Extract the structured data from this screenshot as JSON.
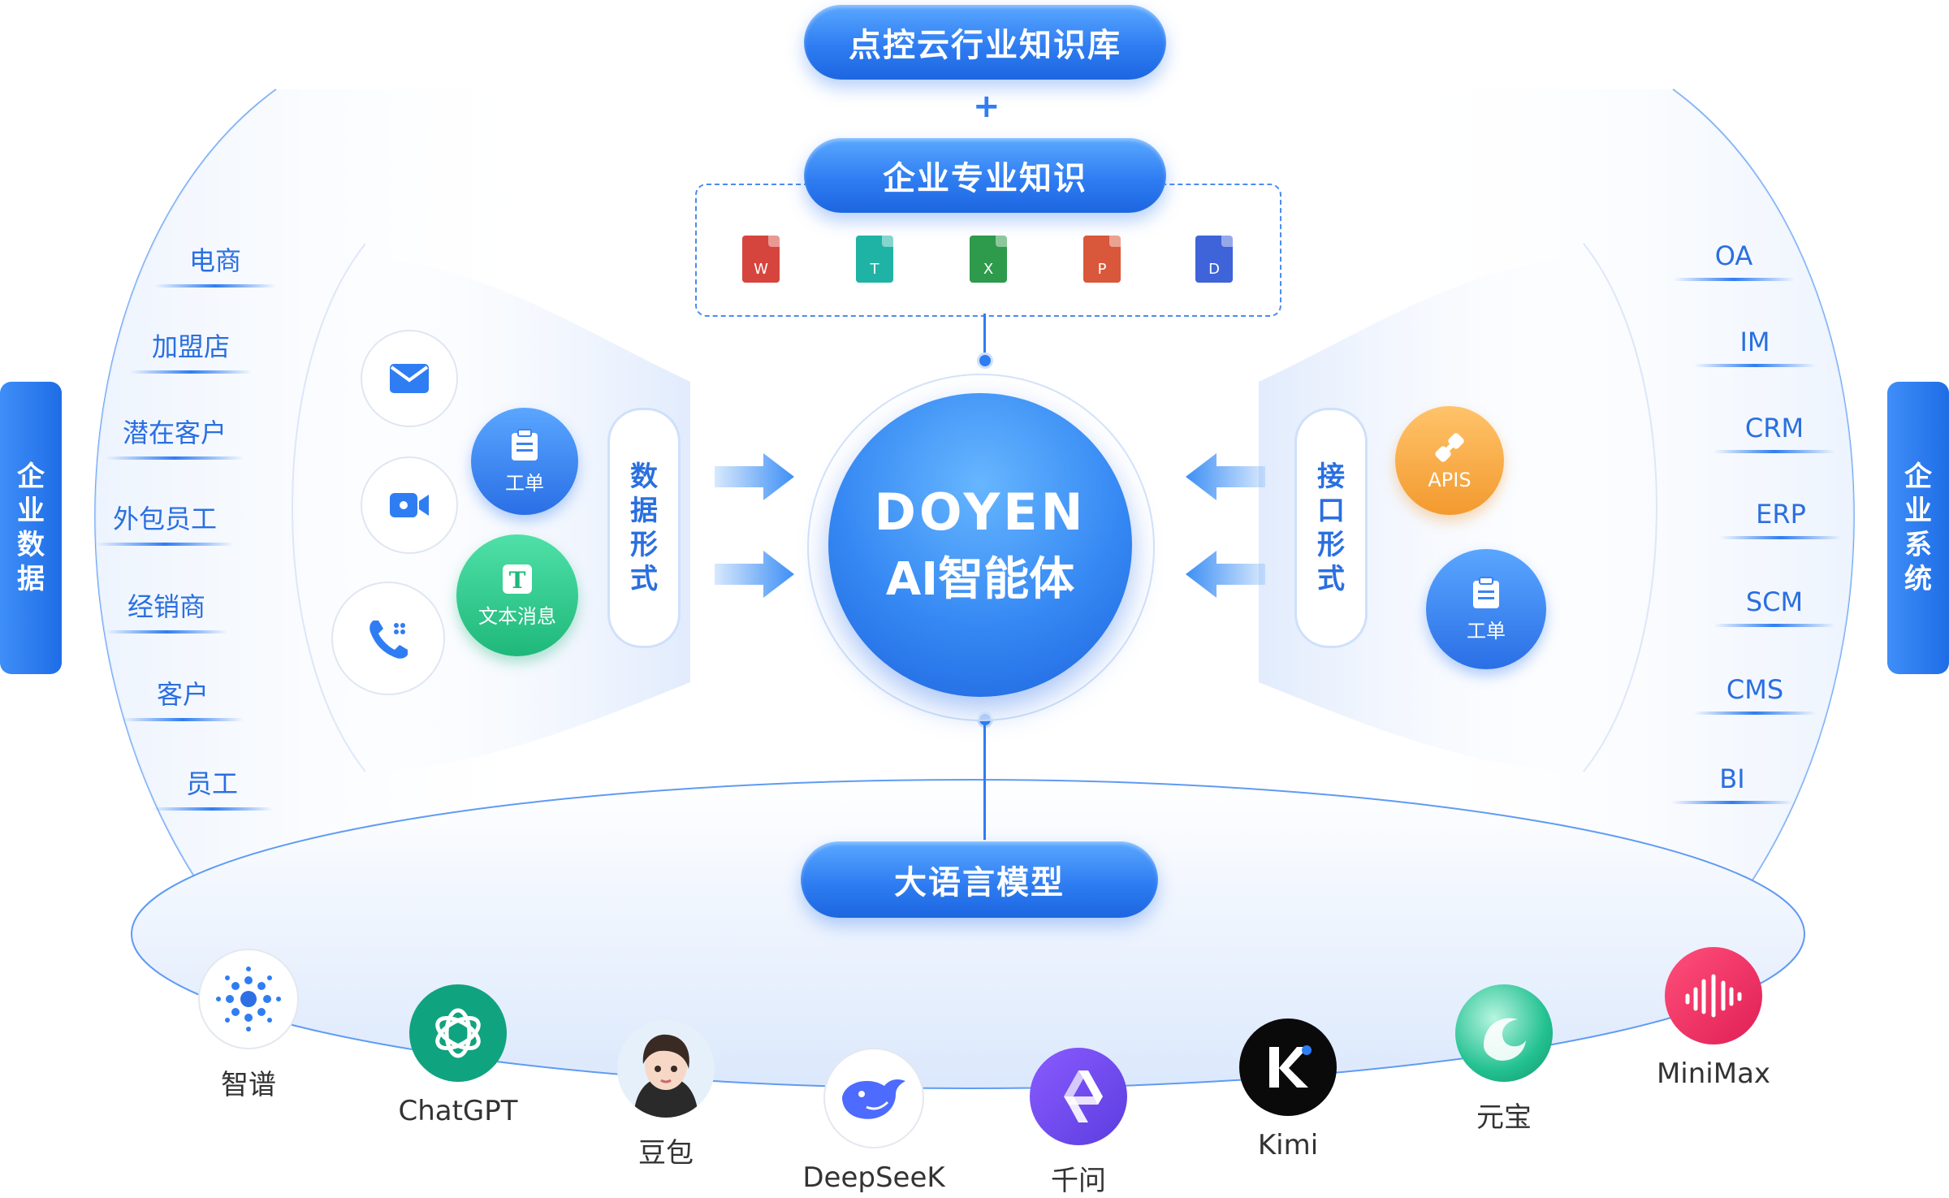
{
  "top": {
    "industry_kb": "点控云行业知识库",
    "plus": "+",
    "enterprise_kb": "企业专业知识"
  },
  "docs": [
    {
      "letter": "W",
      "color": "#d6453d"
    },
    {
      "letter": "T",
      "color": "#1fb3a5"
    },
    {
      "letter": "X",
      "color": "#2e9a4b"
    },
    {
      "letter": "P",
      "color": "#d9573a"
    },
    {
      "letter": "D",
      "color": "#3f63d9"
    }
  ],
  "left": {
    "tab": [
      "企",
      "业",
      "数",
      "据"
    ],
    "items": [
      "电商",
      "加盟店",
      "潜在客户",
      "外包员工",
      "经销商",
      "客户",
      "员工"
    ],
    "ticket": "工单",
    "text_msg": "文本消息",
    "form_label": [
      "数",
      "据",
      "形",
      "式"
    ]
  },
  "center": {
    "line1": "DOYEN",
    "line2": "AI智能体"
  },
  "right": {
    "tab": [
      "企",
      "业",
      "系",
      "统"
    ],
    "items": [
      "OA",
      "IM",
      "CRM",
      "ERP",
      "SCM",
      "CMS",
      "BI"
    ],
    "apis": "APIS",
    "ticket": "工单",
    "form_label": [
      "接",
      "口",
      "形",
      "式"
    ]
  },
  "bottom": {
    "llm": "大语言模型",
    "models": [
      "智谱",
      "ChatGPT",
      "豆包",
      "DeepSeeK",
      "千问",
      "Kimi",
      "元宝",
      "MiniMax"
    ]
  },
  "colors": {
    "accent": "#2f7df2",
    "green": "#2bc98a",
    "orange": "#f5a23c"
  }
}
